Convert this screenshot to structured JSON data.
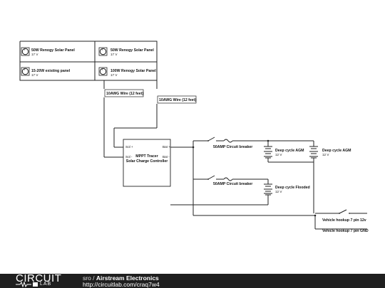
{
  "components": {
    "panel_1": {
      "name": "50W Renogy Solar Panel",
      "value": "17 V"
    },
    "panel_2": {
      "name": "50W Renogy Solar Panel",
      "value": "17 V"
    },
    "panel_3": {
      "name": "15-20W existing panel",
      "value": "17 V"
    },
    "panel_4": {
      "name": "100W Renogy Solar Panel",
      "value": "17 V"
    },
    "wire_1": "10AWG Wire (12 feet)",
    "wire_2": "10AWG Wire (12 feet)",
    "controller": {
      "title": "MPPT Tracer",
      "subtitle": "Solar Charge Controller",
      "pin_sol_plus": "Sol +",
      "pin_sol_minus": "Sol -",
      "pin_bat_plus": "Bat +",
      "pin_bat_minus": "Bat -"
    },
    "breaker_1": "50AMP Circuit breaker",
    "breaker_2": "50AMP Circuit breaker",
    "battery_1": {
      "name": "Deep cycle AGM",
      "value": "12 V"
    },
    "battery_2": {
      "name": "Deep cycle AGM",
      "value": "12 V"
    },
    "battery_3": {
      "name": "Deep cycle Flooded",
      "value": "12 V"
    },
    "hookup_12v": "Vehicle hookup 7 pin 12v",
    "hookup_gnd": "Vehicle hookup 7 pin GND"
  },
  "footer": {
    "logo_top": "CIRCUIT",
    "logo_bottom": "LAB",
    "user": "sro",
    "separator": " / ",
    "project": "Airstream Electronics",
    "url": "http://circuitlab.com/craq7w4"
  }
}
